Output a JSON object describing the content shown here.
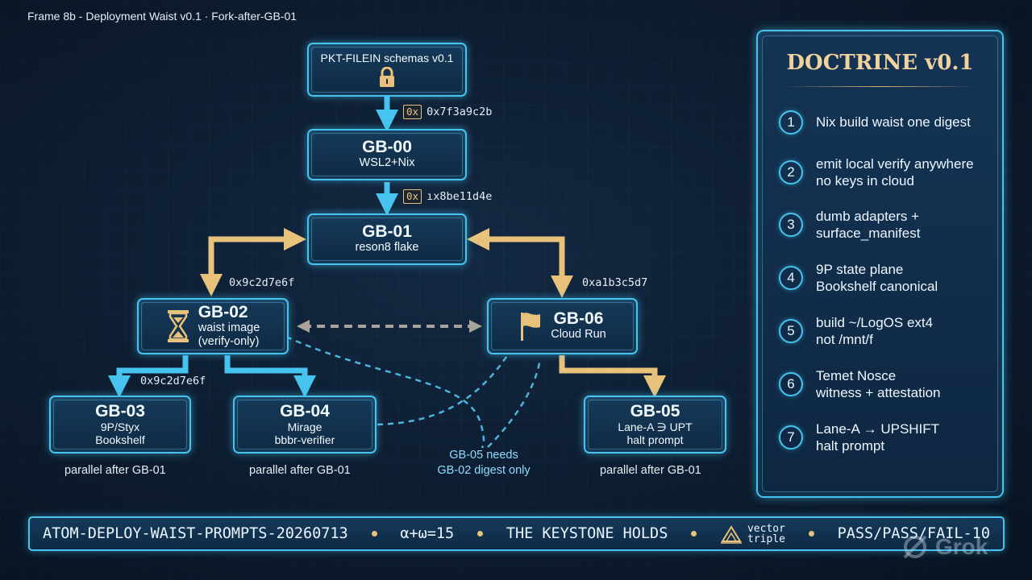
{
  "frame_title": "Frame 8b - Deployment Waist v0.1 · Fork-after-GB-01",
  "nodes": {
    "schemas": {
      "title": "PKT-FILEIN schemas v0.1",
      "icon": "lock-icon"
    },
    "gb00": {
      "id": "GB-00",
      "sub": "WSL2+Nix"
    },
    "gb01": {
      "id": "GB-01",
      "sub": "reson8 flake"
    },
    "gb02": {
      "id": "GB-02",
      "sub1": "waist image",
      "sub2": "(verify-only)",
      "icon": "hourglass-icon"
    },
    "gb06": {
      "id": "GB-06",
      "sub": "Cloud Run",
      "icon": "flag-icon"
    },
    "gb03": {
      "id": "GB-03",
      "sub1": "9P/Styx",
      "sub2": "Bookshelf"
    },
    "gb04": {
      "id": "GB-04",
      "sub1": "Mirage",
      "sub2": "bbbr-verifier"
    },
    "gb05": {
      "id": "GB-05",
      "sub1": "Lane-A ∋ UPT",
      "sub2": "halt prompt"
    }
  },
  "hex_badge": "0x",
  "digests": {
    "schemas_to_gb00": "0x7f3a9c2b",
    "gb00_to_gb01": "ıx8be11d4e",
    "gb01_to_gb02": "0x9c2d7e6f",
    "gb01_to_gb06": "0xa1b3c5d7",
    "gb02_to_children": "0x9c2d7e6f"
  },
  "note": {
    "line1": "GB-05 needs",
    "line2": "GB-02 digest only"
  },
  "parallel_labels": {
    "gb03": "parallel after GB-01",
    "gb04": "parallel after GB-01",
    "gb05": "parallel after GB-01"
  },
  "doctrine": {
    "title": "DOCTRINE v0.1",
    "items": [
      {
        "num": "1",
        "line1": "Nix build waist one digest",
        "line2": ""
      },
      {
        "num": "2",
        "line1": "emit local verify anywhere",
        "line2": "no keys in cloud"
      },
      {
        "num": "3",
        "line1": "dumb adapters +",
        "line2": "surface_manifest"
      },
      {
        "num": "4",
        "line1": "9P state plane",
        "line2": "Bookshelf canonical"
      },
      {
        "num": "5",
        "line1": "build ~/LogOS ext4",
        "line2": "not /mnt/f"
      },
      {
        "num": "6",
        "line1": "Temet Nosce",
        "line2": "witness + attestation"
      },
      {
        "num": "7",
        "line1": "Lane-A → UPSHIFT",
        "line2": "halt prompt"
      }
    ]
  },
  "footer": {
    "seg1": "ATOM-DEPLOY-WAIST-PROMPTS-20260713",
    "seg2": "α+ω=15",
    "seg3": "THE KEYSTONE HOLDS",
    "seg4a": "vector",
    "seg4b": "triple",
    "seg5": "PASS/PASS/FAIL-10"
  },
  "watermark": "Grok",
  "colors": {
    "cyan": "#46c3ee",
    "gold": "#e8c27a",
    "gray_dash": "#a9a49a",
    "dash_blue": "#4fb4dc"
  }
}
